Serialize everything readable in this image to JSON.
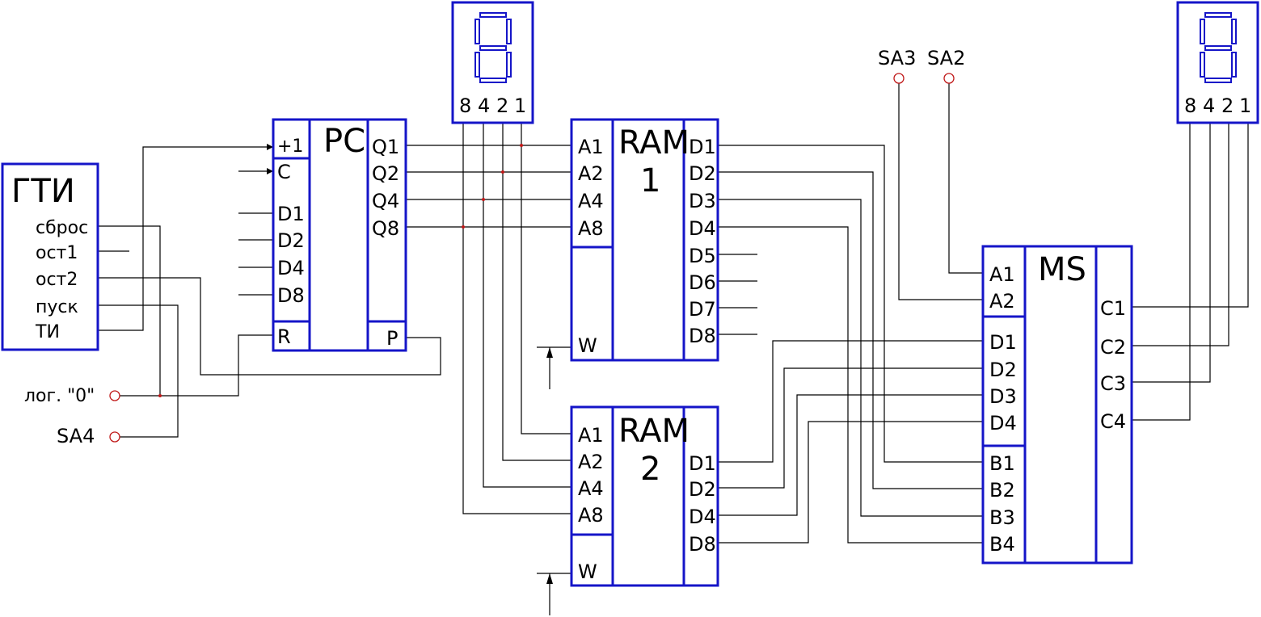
{
  "gti": {
    "title": "ГТИ",
    "pins": [
      "сброс",
      "ост1",
      "ост2",
      "пуск",
      "ТИ"
    ]
  },
  "pc": {
    "title": "РС",
    "left_pins": [
      "+1",
      "C",
      "D1",
      "D2",
      "D4",
      "D8",
      "R"
    ],
    "right_pins": [
      "Q1",
      "Q2",
      "Q4",
      "Q8",
      "P"
    ]
  },
  "ram1": {
    "title_line1": "RAM",
    "title_line2": "1",
    "addr_pins": [
      "A1",
      "A2",
      "A4",
      "A8"
    ],
    "write_pin": "W",
    "data_pins": [
      "D1",
      "D2",
      "D3",
      "D4",
      "D5",
      "D6",
      "D7",
      "D8"
    ]
  },
  "ram2": {
    "title_line1": "RAM",
    "title_line2": "2",
    "addr_pins": [
      "A1",
      "A2",
      "A4",
      "A8"
    ],
    "write_pin": "W",
    "data_pins": [
      "D1",
      "D2",
      "D4",
      "D8"
    ]
  },
  "ms": {
    "title": "MS",
    "a_pins": [
      "A1",
      "A2"
    ],
    "d_pins": [
      "D1",
      "D2",
      "D3",
      "D4"
    ],
    "b_pins": [
      "B1",
      "B2",
      "B3",
      "B4"
    ],
    "c_pins": [
      "C1",
      "C2",
      "C3",
      "C4"
    ]
  },
  "display1": {
    "weights": [
      "8",
      "4",
      "2",
      "1"
    ]
  },
  "display2": {
    "weights": [
      "8",
      "4",
      "2",
      "1"
    ]
  },
  "switches": {
    "sa3": "SA3",
    "sa2": "SA2",
    "sa4": "SA4",
    "log0": "лог. \"0\""
  }
}
